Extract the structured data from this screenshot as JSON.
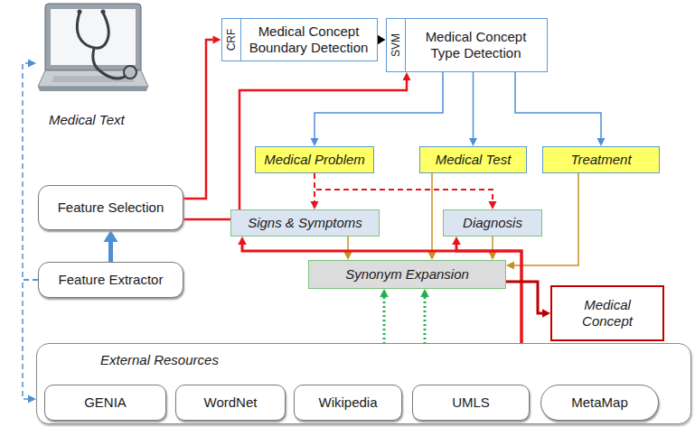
{
  "diagram": {
    "nodes": [
      {
        "text": [
          "Medical Text"
        ]
      },
      {
        "text": [
          "CRF",
          "Medical Concept Boundary Detection"
        ]
      },
      {
        "text": [
          "SVM",
          "Medical Concept Type Detection"
        ]
      },
      {
        "text": [
          "Feature Selection"
        ]
      },
      {
        "text": [
          "Medical Problem"
        ]
      },
      {
        "text": [
          "Medical Test"
        ]
      },
      {
        "text": [
          "Treatment"
        ]
      },
      {
        "text": [
          "Signs & Symptoms"
        ]
      },
      {
        "text": [
          "Diagnosis"
        ]
      },
      {
        "text": [
          "Feature Extractor"
        ]
      },
      {
        "text": [
          "Synonym  Expansion"
        ]
      },
      {
        "text": [
          "Medical Concept"
        ]
      },
      {
        "text": [
          "External Resources"
        ]
      },
      {
        "text": [
          "GENIA"
        ],
        "in": 12
      },
      {
        "text": [
          "WordNet"
        ],
        "in": 12
      },
      {
        "text": [
          "Wikipedia"
        ],
        "in": 12
      },
      {
        "text": [
          "UMLS"
        ],
        "in": 12
      },
      {
        "text": [
          "MetaMap"
        ],
        "in": 12
      }
    ],
    "edges": [
      {
        "from": 9,
        "to": 3,
        "arrow": "to"
      },
      {
        "from": 9,
        "to": 0,
        "arrow": "to"
      },
      {
        "from": 9,
        "to": 12,
        "arrow": "to"
      },
      {
        "from": 3,
        "to": 1,
        "arrow": "to"
      },
      {
        "from": 3,
        "to": 2,
        "arrow": "to"
      },
      {
        "from": 1,
        "to": 2,
        "arrow": "to"
      },
      {
        "from": 2,
        "to": 4,
        "arrow": "to"
      },
      {
        "from": 2,
        "to": 5,
        "arrow": "to"
      },
      {
        "from": 2,
        "to": 6,
        "arrow": "to"
      },
      {
        "from": 4,
        "to": 7,
        "arrow": "to"
      },
      {
        "from": 4,
        "to": 8,
        "arrow": "to"
      },
      {
        "from": 7,
        "to": 10,
        "arrow": "to"
      },
      {
        "from": 5,
        "to": 10,
        "arrow": "to"
      },
      {
        "from": 8,
        "to": 10,
        "arrow": "to"
      },
      {
        "from": 6,
        "to": 10,
        "arrow": "to"
      },
      {
        "from": 15,
        "to": 10,
        "arrow": "to"
      },
      {
        "from": 16,
        "to": 10,
        "arrow": "to"
      },
      {
        "from": 16,
        "to": 7,
        "arrow": "to"
      },
      {
        "from": 16,
        "to": 8,
        "arrow": "to"
      },
      {
        "from": 10,
        "to": 11,
        "arrow": "to"
      }
    ]
  }
}
